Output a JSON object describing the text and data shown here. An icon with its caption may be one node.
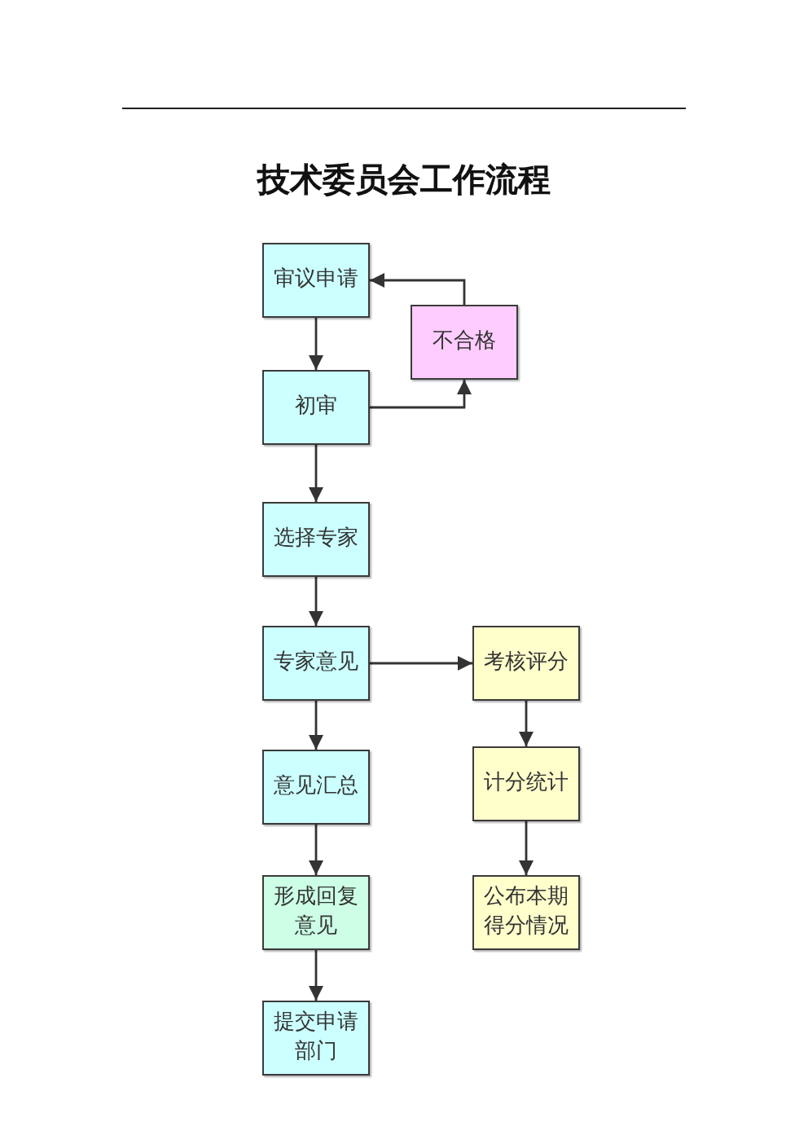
{
  "diagram": {
    "title": "技术委员会工作流程",
    "nodes": [
      {
        "text": [
          "审议申请"
        ]
      },
      {
        "text": [
          "初审"
        ]
      },
      {
        "text": [
          "不合格"
        ]
      },
      {
        "text": [
          "选择专家"
        ]
      },
      {
        "text": [
          "专家意见"
        ]
      },
      {
        "text": [
          "考核评分"
        ]
      },
      {
        "text": [
          "意见汇总"
        ]
      },
      {
        "text": [
          "计分统计"
        ]
      },
      {
        "text": [
          "形成回复意见"
        ]
      },
      {
        "text": [
          "公布本期得分情况"
        ]
      },
      {
        "text": [
          "提交申请部门"
        ]
      }
    ],
    "edges": [
      {
        "from": 0,
        "to": 1,
        "arrow": "to"
      },
      {
        "from": 1,
        "to": 2,
        "arrow": "to"
      },
      {
        "from": 2,
        "to": 0,
        "arrow": "to"
      },
      {
        "from": 1,
        "to": 3,
        "arrow": "to"
      },
      {
        "from": 3,
        "to": 4,
        "arrow": "to"
      },
      {
        "from": 4,
        "to": 5,
        "arrow": "to"
      },
      {
        "from": 4,
        "to": 6,
        "arrow": "to"
      },
      {
        "from": 6,
        "to": 8,
        "arrow": "to"
      },
      {
        "from": 8,
        "to": 10,
        "arrow": "to"
      },
      {
        "from": 5,
        "to": 7,
        "arrow": "to"
      },
      {
        "from": 7,
        "to": 9,
        "arrow": "to"
      }
    ]
  }
}
